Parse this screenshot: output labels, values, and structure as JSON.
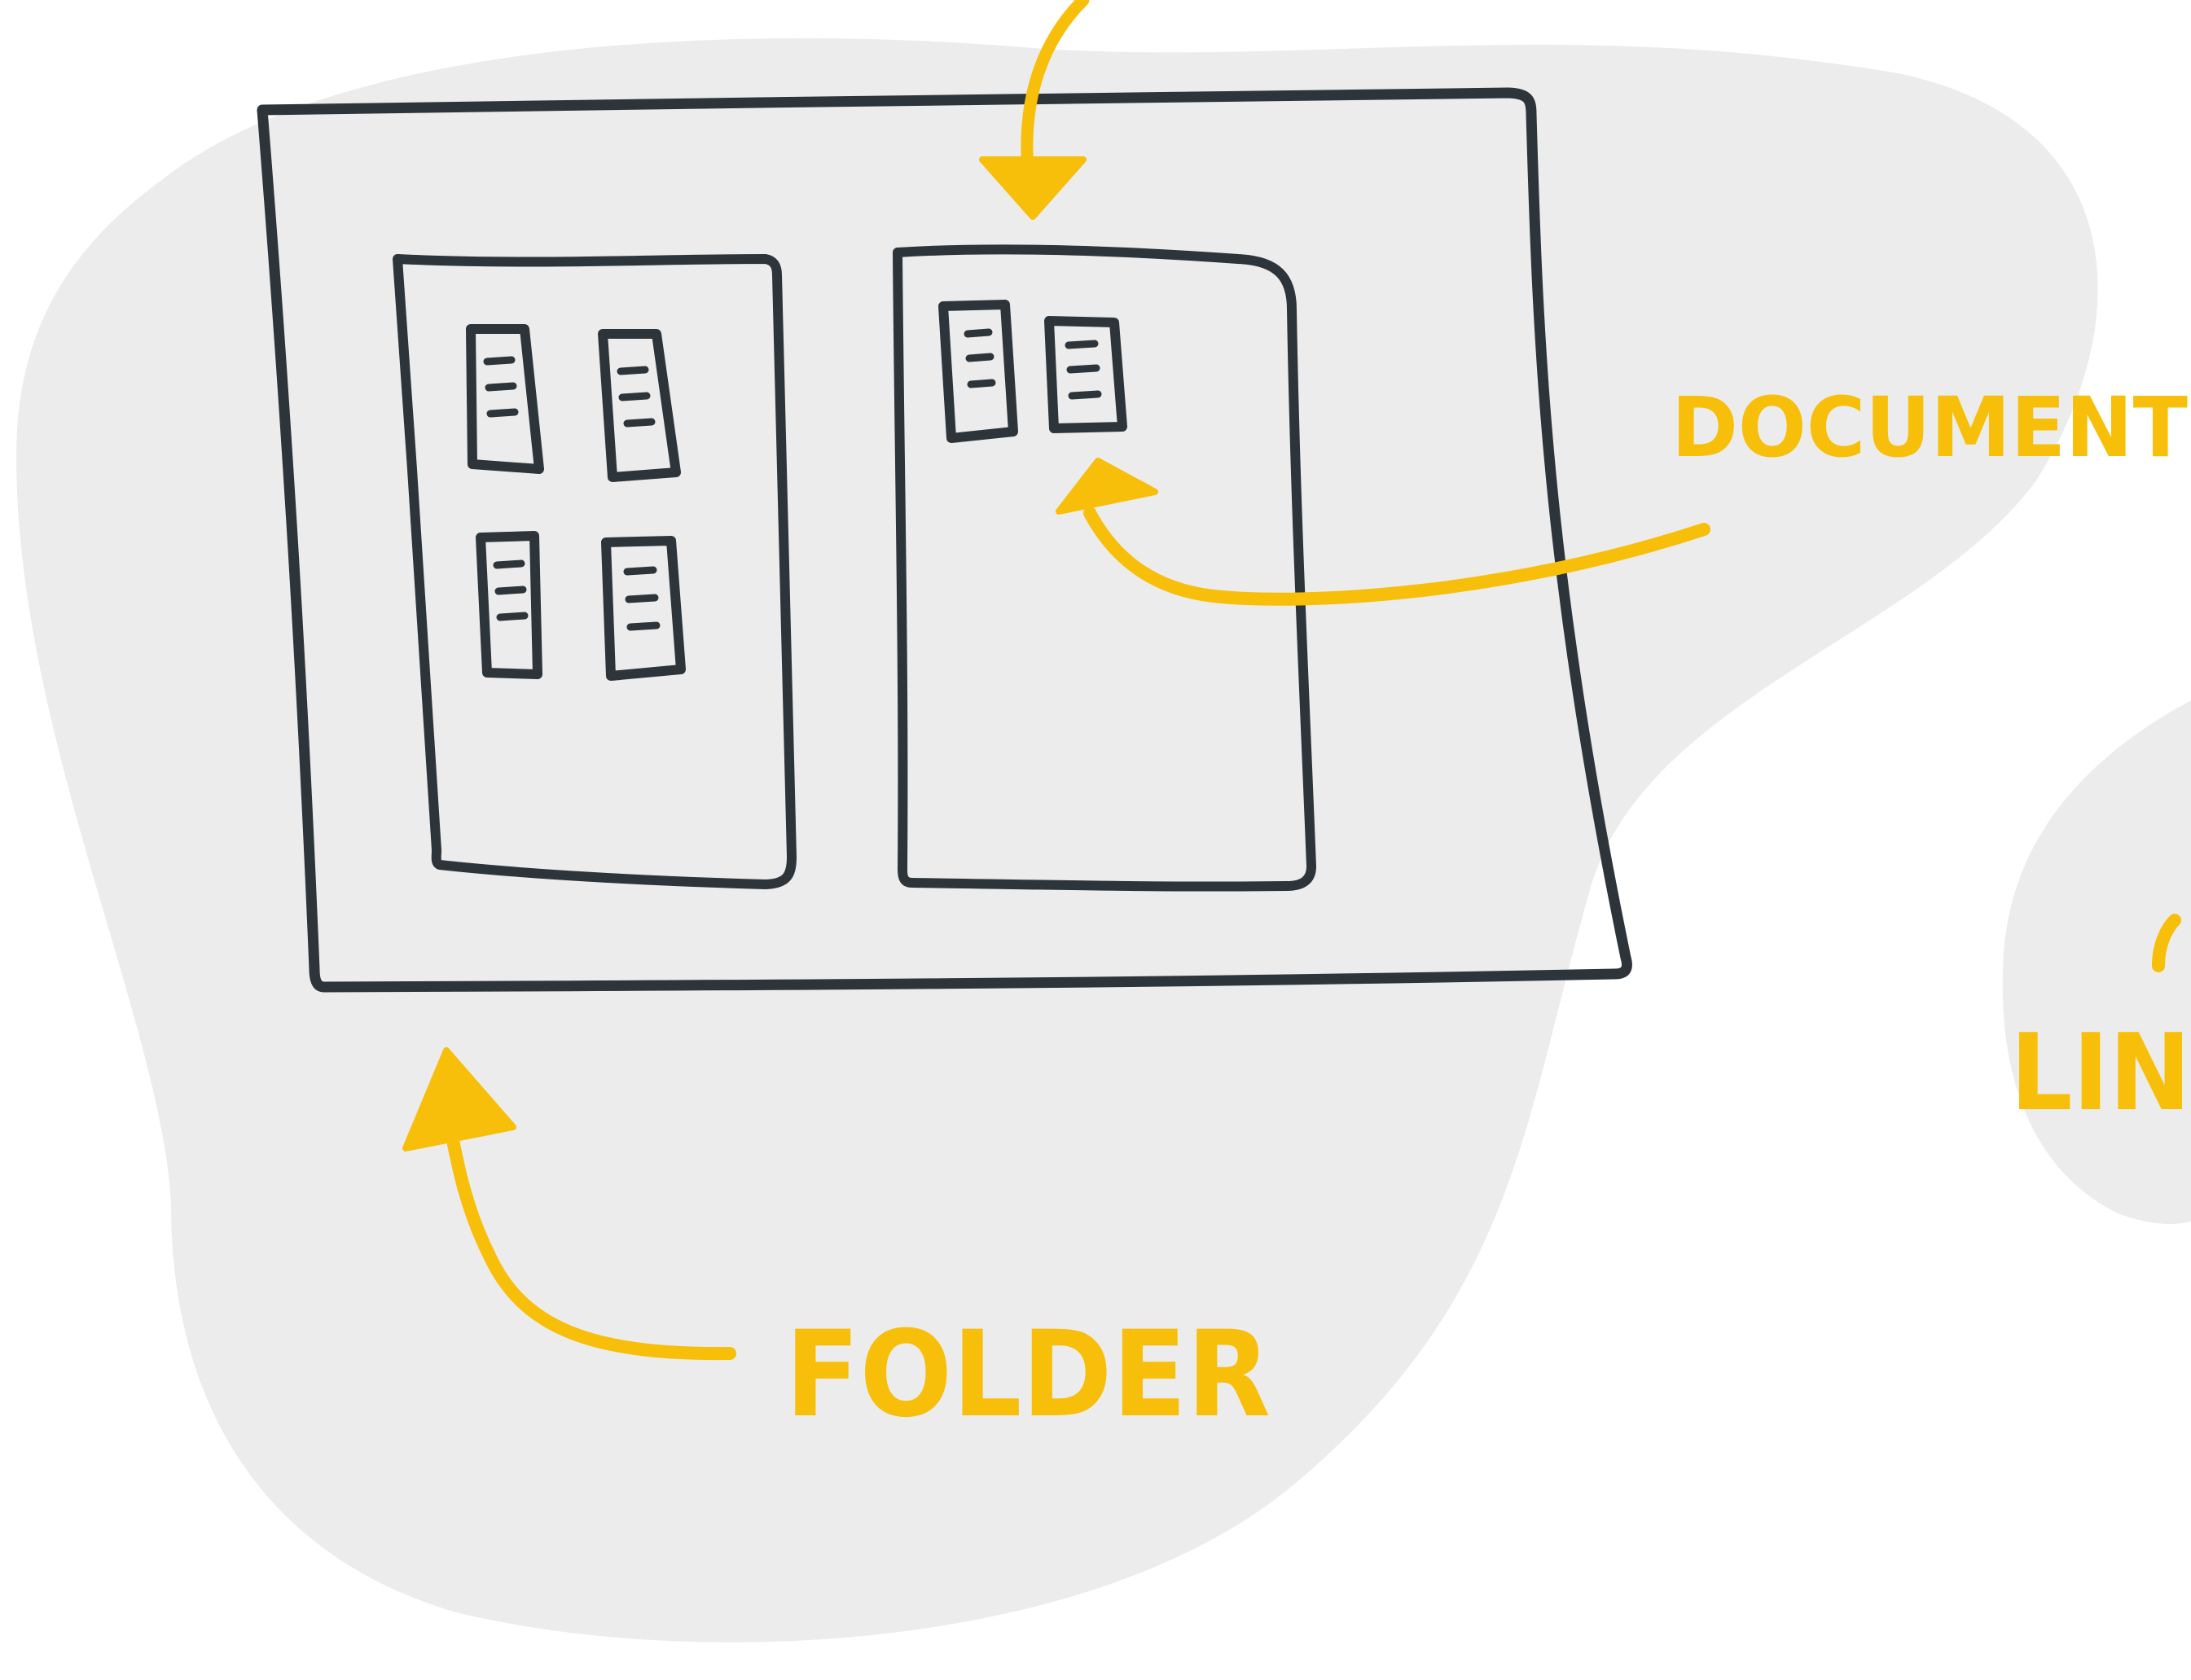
{
  "diagram": {
    "labels": {
      "document": "DOCUMENT",
      "folder": "FOLDER",
      "linked_partial": "LIN"
    }
  },
  "colors": {
    "background": "#ffffff",
    "blob": "#ececec",
    "ink": "#2e353a",
    "accent": "#f7bf0a"
  }
}
